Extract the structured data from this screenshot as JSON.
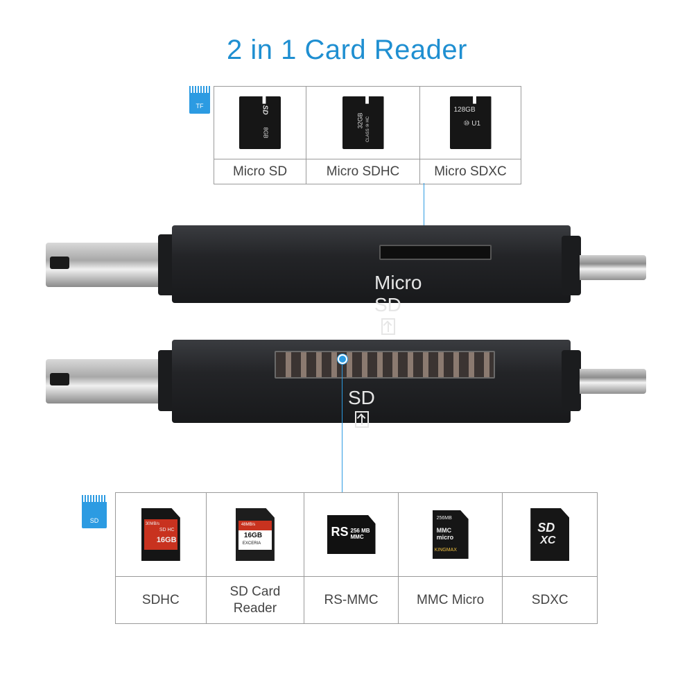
{
  "title": "2 in 1 Card Reader",
  "colors": {
    "accent": "#1f8fd1",
    "device_body": "#232427"
  },
  "tf_badge": {
    "label": "TF"
  },
  "sd_badge": {
    "label": "SD"
  },
  "top_table": [
    {
      "label": "Micro SD",
      "card_text_1": "SD",
      "card_text_2": "8GB"
    },
    {
      "label": "Micro SDHC",
      "card_text_1": "32GB",
      "card_text_2": "CLASS ⑩ HC"
    },
    {
      "label": "Micro SDXC",
      "card_text_1": "128GB",
      "card_text_2": "⑩ U1"
    }
  ],
  "device_top": {
    "label": "Micro SD"
  },
  "device_bottom": {
    "label": "SD"
  },
  "bottom_table": [
    {
      "label": "SDHC",
      "card_text_1": "30MB/s",
      "card_text_2": "16GB",
      "card_text_3": "SD HC"
    },
    {
      "label": "SD Card Reader",
      "card_text_1": "48MB/s",
      "card_text_2": "16GB",
      "card_text_3": "EXCERIA"
    },
    {
      "label": "RS-MMC",
      "card_text_1": "RS",
      "card_text_2": "256 MB MMC"
    },
    {
      "label": "MMC Micro",
      "card_text_1": "256MB",
      "card_text_2": "MMC micro",
      "card_text_3": "KINGMAX"
    },
    {
      "label": "SDXC",
      "card_text_1": "SD",
      "card_text_2": "XC"
    }
  ]
}
